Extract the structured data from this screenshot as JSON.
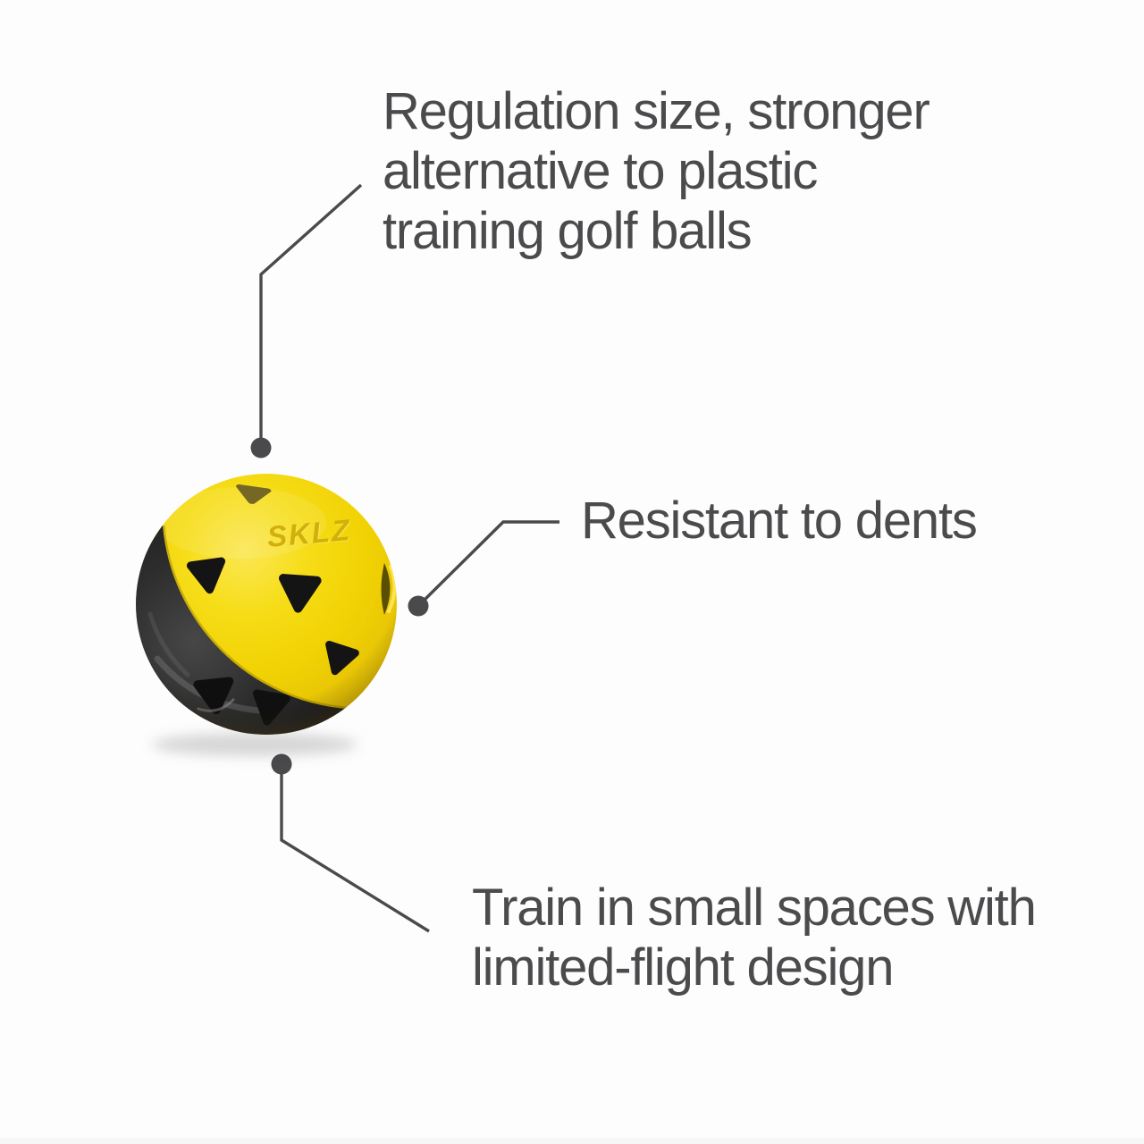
{
  "palette": {
    "background": "#fdfdfd",
    "text_gray": "#4b4b4d",
    "line_gray": "#4a4a4c",
    "ball_yellow": "#f2d406",
    "ball_black": "#262626"
  },
  "ball": {
    "logo": "SKLZ"
  },
  "callouts": {
    "top": {
      "lines": [
        "Regulation size, stronger",
        "alternative to plastic",
        "training golf balls"
      ]
    },
    "right": {
      "lines": [
        "Resistant to dents"
      ]
    },
    "bottom": {
      "lines": [
        "Train in small spaces with",
        "limited-flight design"
      ]
    }
  }
}
